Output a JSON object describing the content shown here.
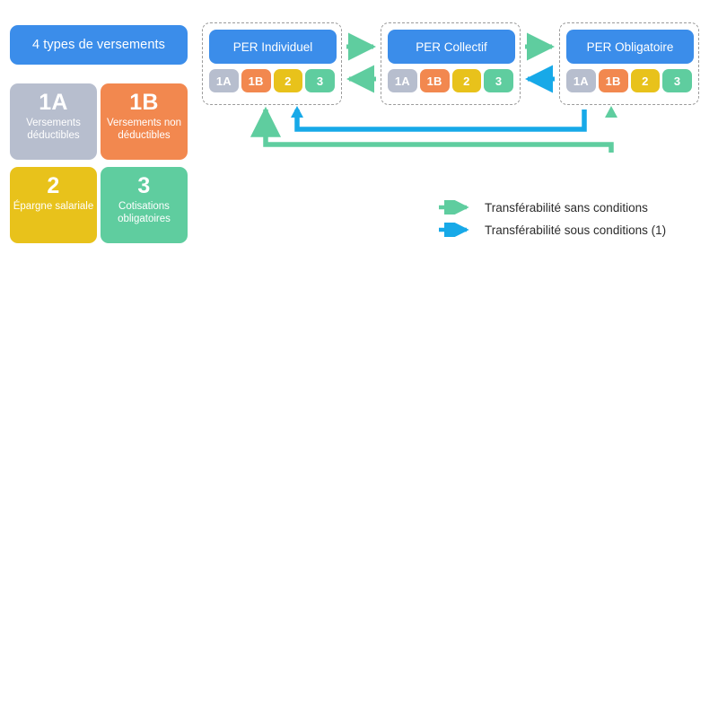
{
  "legend_panel": {
    "title": "4 types de versements",
    "title_color": "#3B8DEA",
    "types": [
      {
        "code": "1A",
        "desc": "Versements déductibles",
        "color": "#B7BECE"
      },
      {
        "code": "1B",
        "desc": "Versements non déductibles",
        "color": "#F2884F"
      },
      {
        "code": "2",
        "desc": "Épargne salariale",
        "color": "#E8C21B"
      },
      {
        "code": "3",
        "desc": "Cotisations obligatoires",
        "color": "#5FCD9F"
      }
    ]
  },
  "per_groups": [
    {
      "id": "individuel",
      "title": "PER Individuel",
      "chips": [
        {
          "label": "1A",
          "color": "#B7BECE"
        },
        {
          "label": "1B",
          "color": "#F2884F"
        },
        {
          "label": "2",
          "color": "#E8C21B"
        },
        {
          "label": "3",
          "color": "#5FCD9F"
        }
      ]
    },
    {
      "id": "collectif",
      "title": "PER Collectif",
      "chips": [
        {
          "label": "1A",
          "color": "#B7BECE"
        },
        {
          "label": "1B",
          "color": "#F2884F"
        },
        {
          "label": "2",
          "color": "#E8C21B"
        },
        {
          "label": "3",
          "color": "#5FCD9F"
        }
      ]
    },
    {
      "id": "obligatoire",
      "title": "PER Obligatoire",
      "chips": [
        {
          "label": "1A",
          "color": "#B7BECE"
        },
        {
          "label": "1B",
          "color": "#F2884F"
        },
        {
          "label": "2",
          "color": "#E8C21B"
        },
        {
          "label": "3",
          "color": "#5FCD9F"
        }
      ]
    }
  ],
  "flows": [
    {
      "name": "individuel-to-collectif",
      "type": "sans-conditions",
      "color": "#5FCD9F",
      "direction": "right"
    },
    {
      "name": "collectif-to-individuel",
      "type": "sans-conditions",
      "color": "#5FCD9F",
      "direction": "left"
    },
    {
      "name": "collectif-to-obligatoire",
      "type": "sans-conditions",
      "color": "#5FCD9F",
      "direction": "right"
    },
    {
      "name": "obligatoire-to-collectif",
      "type": "sous-conditions",
      "color": "#17A9E8",
      "direction": "left"
    },
    {
      "name": "obligatoire-to-individuel",
      "type": "sans-conditions",
      "color": "#5FCD9F",
      "direction": "up"
    },
    {
      "name": "individuel-to-obligatoire",
      "type": "sous-conditions",
      "color": "#17A9E8",
      "direction": "up"
    }
  ],
  "legend_key": {
    "items": [
      {
        "label": "Transférabilité sans conditions",
        "color": "#5FCD9F"
      },
      {
        "label": "Transférabilité sous conditions (1)",
        "color": "#17A9E8"
      }
    ]
  }
}
